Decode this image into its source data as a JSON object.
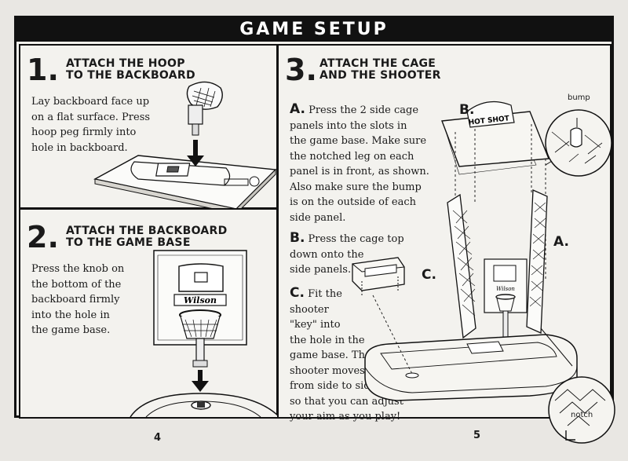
{
  "header": {
    "title": "GAME SETUP"
  },
  "step1": {
    "number": "1.",
    "title": "ATTACH THE HOOP\nTO THE BACKBOARD",
    "text": "Lay backboard face up\non a flat surface. Press\nhoop peg firmly into\nhole in backboard."
  },
  "step2": {
    "number": "2.",
    "title": "ATTACH THE BACKBOARD\nTO THE GAME BASE",
    "text": "Press the knob on\nthe bottom of the\nbackboard firmly\ninto the hole in\nthe game base.",
    "brand": "Wilson"
  },
  "step3": {
    "number": "3.",
    "title": "ATTACH THE CAGE\nAND THE SHOOTER",
    "a_lead": "A.",
    "a_text": " Press the 2 side cage\npanels into the slots in\nthe game base. Make sure\nthe notched leg on each\npanel is in front, as shown.\nAlso make sure the bump\nis on the outside of each\nside panel.",
    "b_lead": "B.",
    "b_text": " Press the cage top\ndown onto the\nside panels.",
    "c_lead": "C.",
    "c_text": " Fit the\nshooter\n\"key\" into\nthe hole in the\ngame base. The\nshooter moves\nfrom side to side\nso that you can adjust\nyour aim as you play!",
    "label_a": "A.",
    "label_b": "B.",
    "label_c": "C.",
    "bump": "bump",
    "notch": "notch",
    "cage_logo": "HOT SHOT",
    "brand": "Wilson"
  },
  "pages": {
    "left": "4",
    "right": "5"
  }
}
